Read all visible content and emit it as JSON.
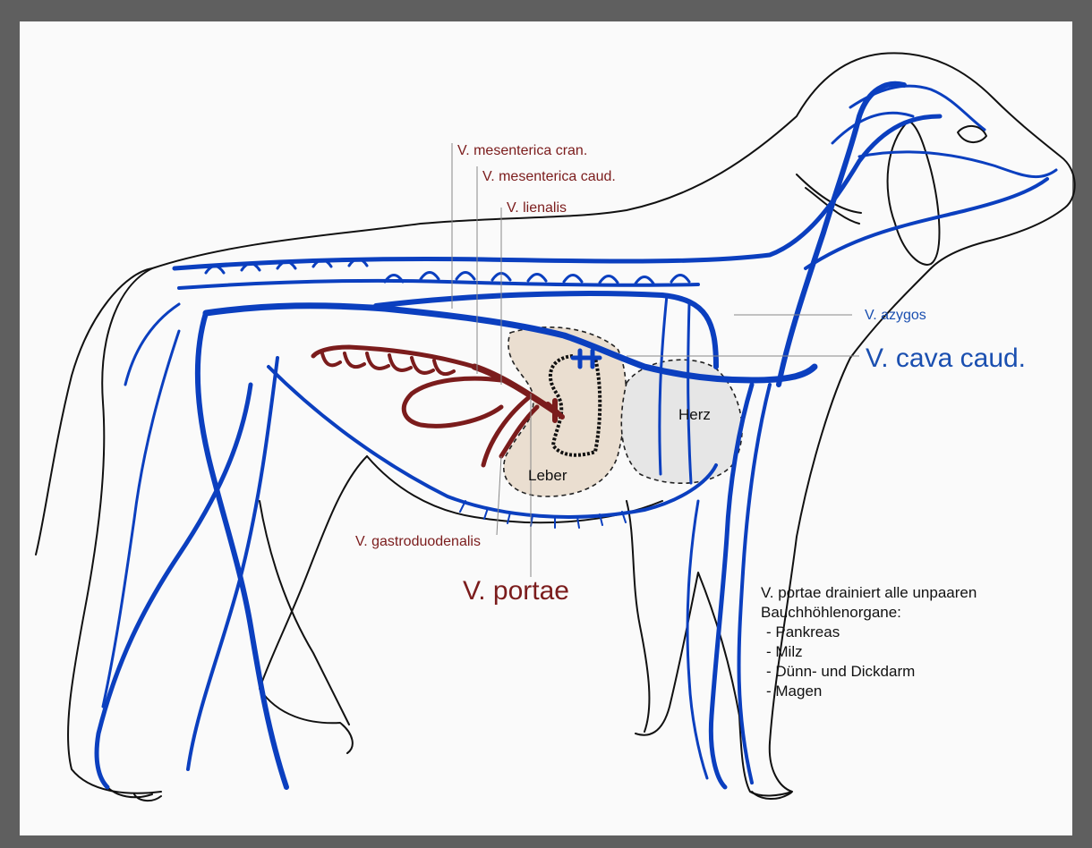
{
  "labels": {
    "mes_cran": "V. mesenterica cran.",
    "mes_caud": "V. mesenterica caud.",
    "lienalis": "V. lienalis",
    "azygos": "V. azygos",
    "cava": "V. cava caud.",
    "herz": "Herz",
    "leber": "Leber",
    "gastro": "V. gastroduodenalis",
    "portae": "V. portae"
  },
  "note": {
    "line1": "V. portae drainiert alle unpaaren",
    "line2": "Bauchhöhlenorgane:",
    "items": [
      "- Pankreas",
      "- Milz",
      "- Dünn- und Dickdarm",
      "- Magen"
    ]
  },
  "colors": {
    "vein_blue": "#0b3fbf",
    "portal_red": "#7b1c1c",
    "liver_fill": "#eaded0",
    "heart_fill": "#e6e6e6",
    "frame": "#5f5f5f"
  }
}
